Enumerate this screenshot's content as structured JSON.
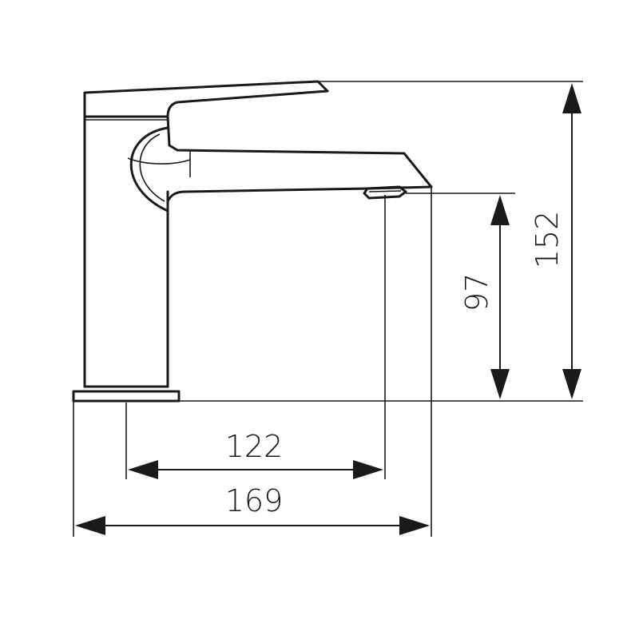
{
  "dimensions": {
    "total_height": "152",
    "spout_height": "97",
    "spout_reach": "122",
    "total_length": "169"
  }
}
